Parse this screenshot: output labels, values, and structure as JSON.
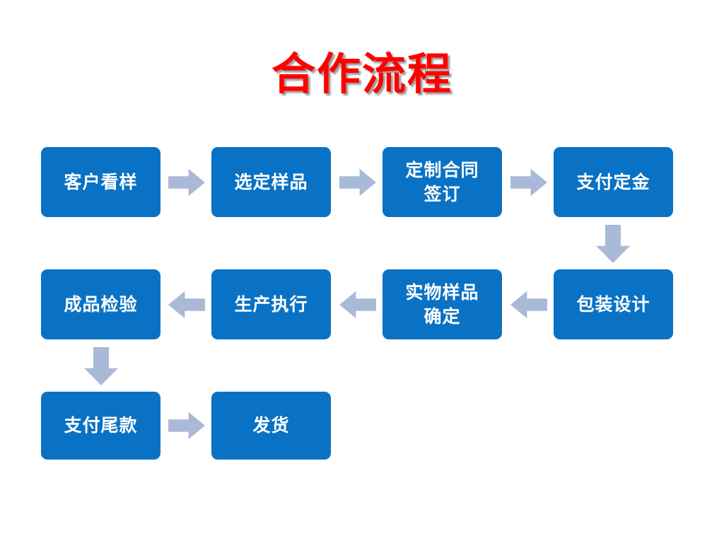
{
  "slide": {
    "title": "合作流程",
    "background_color": "#FFFFFF",
    "title_color": "#FF0000",
    "node_color": "#0A72C4",
    "node_text_color": "#FFFFFF",
    "arrow_color": "#A9BAD8"
  },
  "nodes": [
    {
      "id": "n1",
      "label_lines": [
        "客户看样"
      ],
      "row": 1,
      "col": 1
    },
    {
      "id": "n2",
      "label_lines": [
        "选定样品"
      ],
      "row": 1,
      "col": 2
    },
    {
      "id": "n3",
      "label_lines": [
        "定制合同",
        "签订"
      ],
      "row": 1,
      "col": 3
    },
    {
      "id": "n4",
      "label_lines": [
        "支付定金"
      ],
      "row": 1,
      "col": 4
    },
    {
      "id": "n5",
      "label_lines": [
        "成品检验"
      ],
      "row": 2,
      "col": 1
    },
    {
      "id": "n6",
      "label_lines": [
        "生产执行"
      ],
      "row": 2,
      "col": 2
    },
    {
      "id": "n7",
      "label_lines": [
        "实物样品",
        "确定"
      ],
      "row": 2,
      "col": 3
    },
    {
      "id": "n8",
      "label_lines": [
        "包装设计"
      ],
      "row": 2,
      "col": 4
    },
    {
      "id": "n9",
      "label_lines": [
        "支付尾款"
      ],
      "row": 3,
      "col": 1
    },
    {
      "id": "n10",
      "label_lines": [
        "发货"
      ],
      "row": 3,
      "col": 2
    }
  ],
  "connectors": [
    {
      "id": "a1",
      "direction": "right",
      "from": "客户看样",
      "to": "选定样品"
    },
    {
      "id": "a2",
      "direction": "right",
      "from": "选定样品",
      "to": "定制合同签订"
    },
    {
      "id": "a3",
      "direction": "right",
      "from": "定制合同签订",
      "to": "支付定金"
    },
    {
      "id": "a4",
      "direction": "down",
      "from": "支付定金",
      "to": "包装设计"
    },
    {
      "id": "a5",
      "direction": "left",
      "from": "包装设计",
      "to": "实物样品确定"
    },
    {
      "id": "a6",
      "direction": "left",
      "from": "实物样品确定",
      "to": "生产执行"
    },
    {
      "id": "a7",
      "direction": "left",
      "from": "生产执行",
      "to": "成品检验"
    },
    {
      "id": "a8",
      "direction": "down",
      "from": "成品检验",
      "to": "支付尾款"
    },
    {
      "id": "a9",
      "direction": "right",
      "from": "支付尾款",
      "to": "发货"
    }
  ]
}
